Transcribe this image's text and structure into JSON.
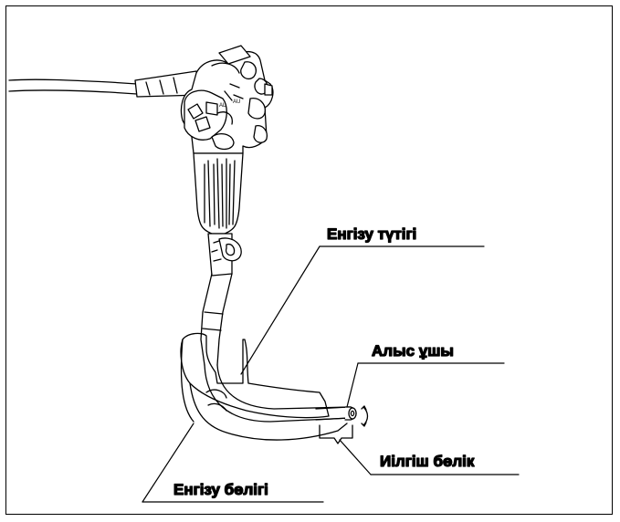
{
  "labels": {
    "insertion_tube": "Енгізу түтігі",
    "distal_end": "Алыс ұшы",
    "bending_section": "Иілгіш бөлік",
    "insertion_section": "Енгізу бөлігі"
  },
  "colors": {
    "line": "#000000",
    "background": "#ffffff"
  }
}
